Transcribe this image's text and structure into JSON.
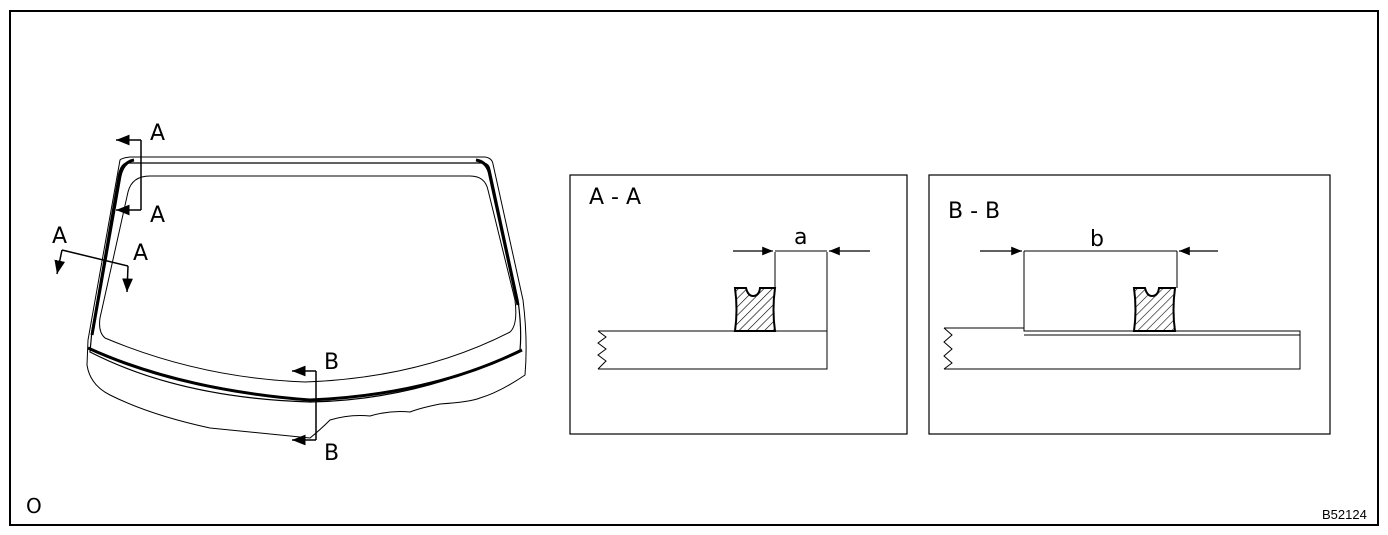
{
  "corner_mark": "O",
  "figure_code": "B52124",
  "windshield": {
    "cut_labels": [
      "A",
      "A",
      "A",
      "A",
      "B",
      "B"
    ]
  },
  "section_a": {
    "title": "A - A",
    "dimension": "a"
  },
  "section_b": {
    "title": "B - B",
    "dimension": "b"
  }
}
